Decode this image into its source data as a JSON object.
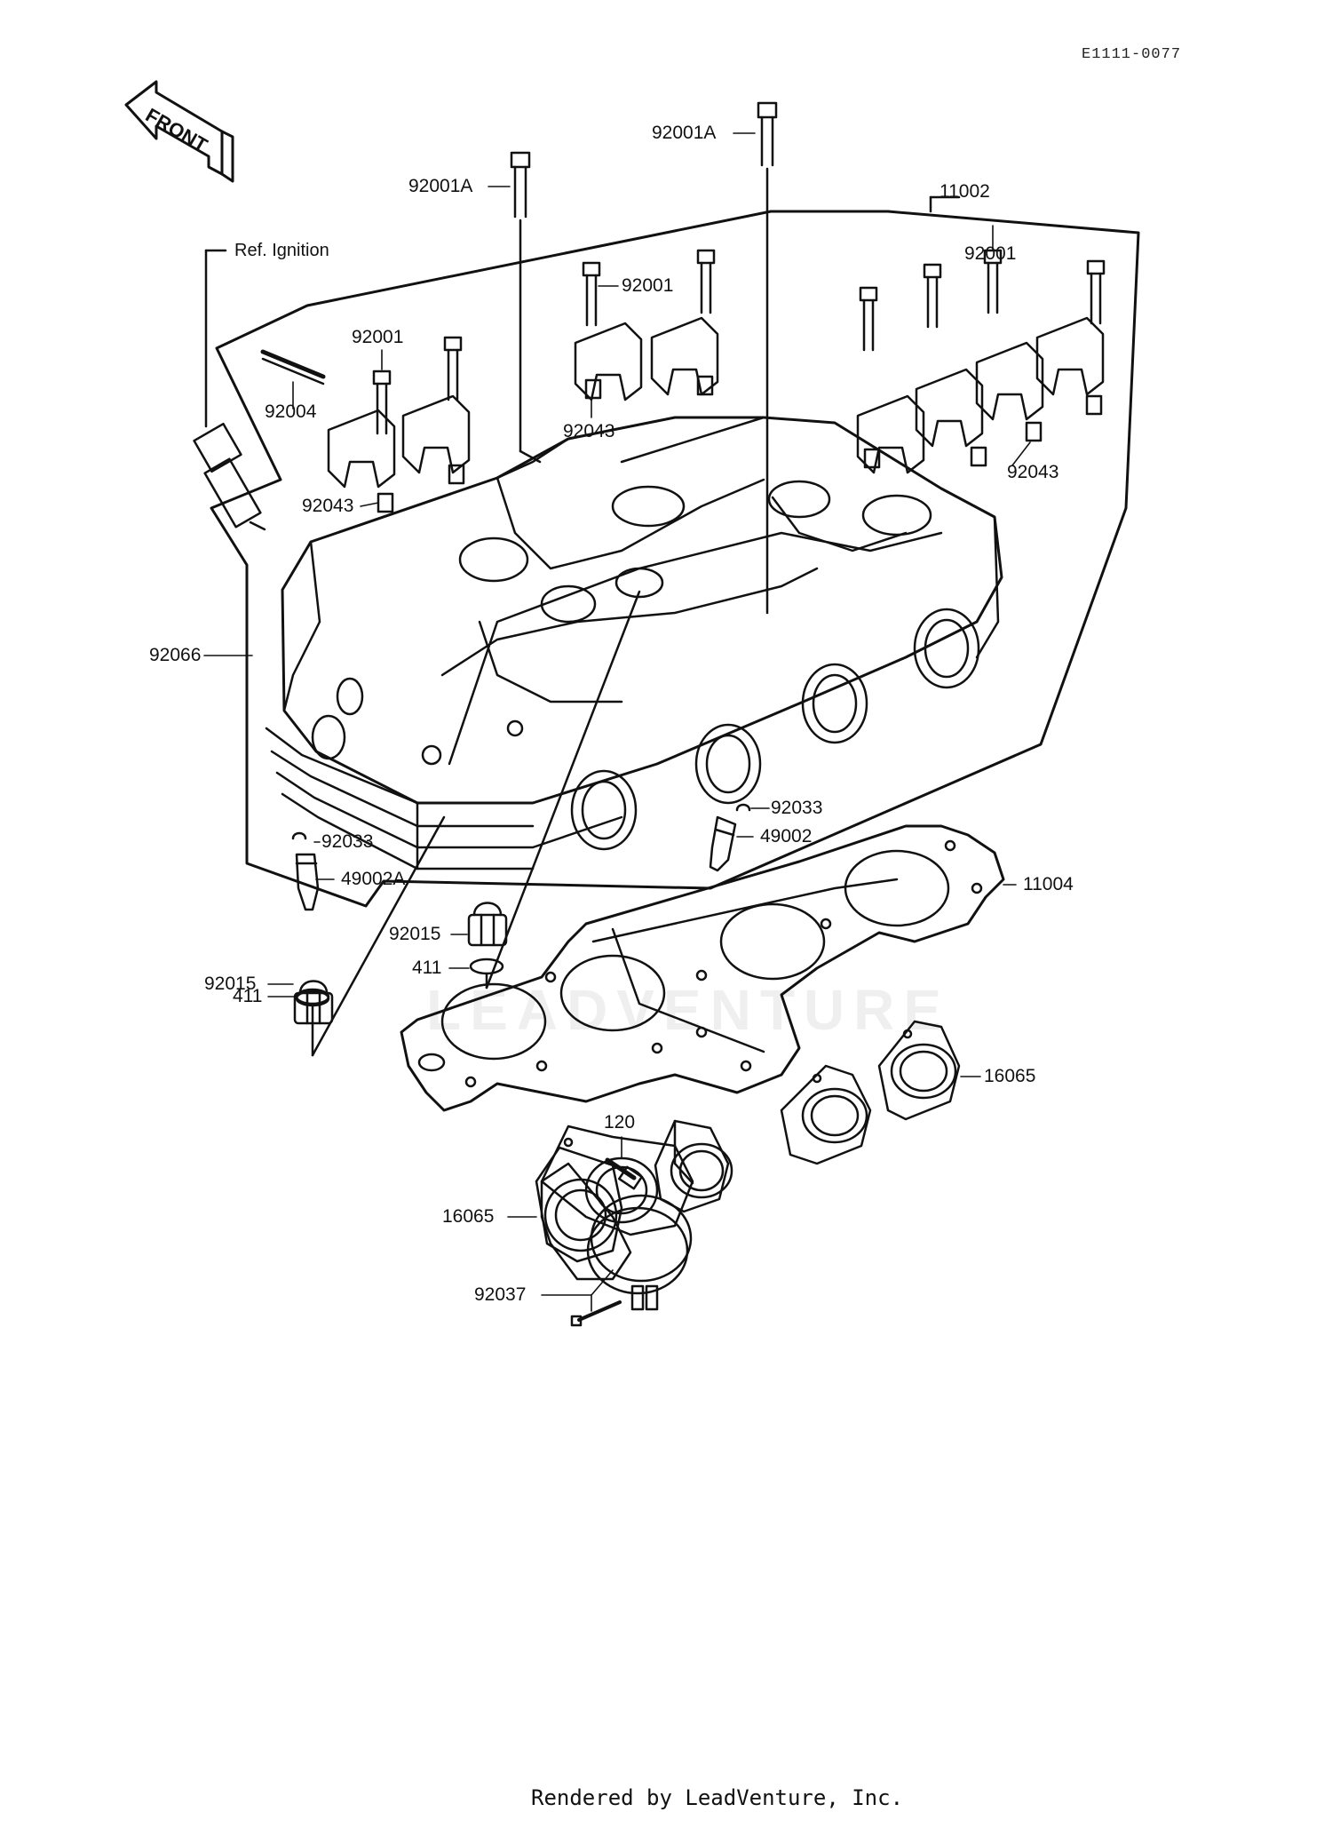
{
  "doc_id": "E1111-0077",
  "footer": "Rendered by LeadVenture, Inc.",
  "watermark": "LEADVENTURE",
  "front_label": "FRONT",
  "ref_note": "Ref. Ignition",
  "callouts": {
    "bolt_92001a_left": "92001A",
    "bolt_92001a_center": "92001A",
    "head_assy_11002": "11002",
    "bolt_92001_right": "92001",
    "bolt_92001_center": "92001",
    "bolt_92001_left": "92001",
    "stud_92004": "92004",
    "dowel_92043_center": "92043",
    "dowel_92043_left": "92043",
    "dowel_92043_right": "92043",
    "cap_92066": "92066",
    "ring_92033_right": "92033",
    "guide_49002": "49002",
    "ring_92033_left": "92033",
    "guide_49002a": "49002A",
    "gasket_11004": "11004",
    "nut_92015_left": "92015",
    "nut_92015_center": "92015",
    "washer_411_center": "411",
    "washer_411_left": "411",
    "holder_16065_right": "16065",
    "screw_120": "120",
    "holder_16065_left": "16065",
    "clamp_92037": "92037"
  },
  "colors": {
    "ink": "#111111",
    "paper": "#ffffff"
  }
}
